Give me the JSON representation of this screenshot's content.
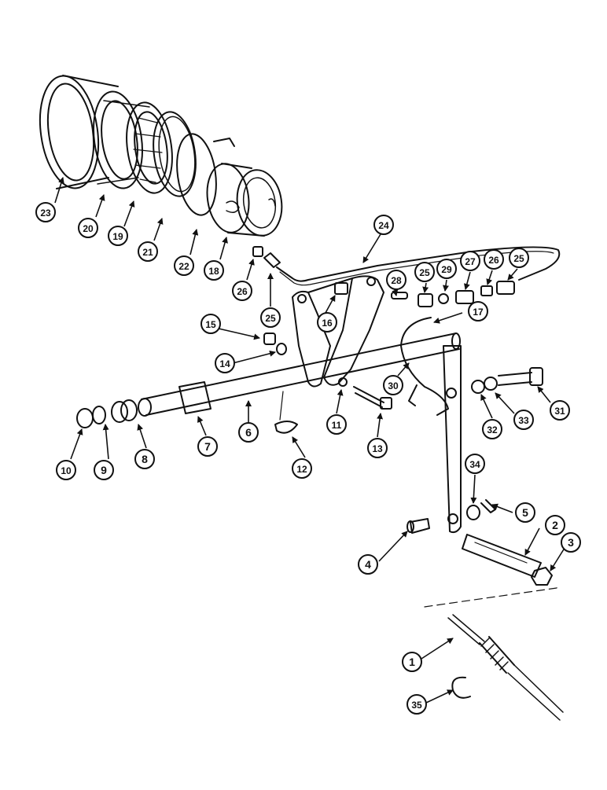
{
  "diagram": {
    "callouts": [
      {
        "id": "c1",
        "label": "1"
      },
      {
        "id": "c2",
        "label": "2"
      },
      {
        "id": "c3",
        "label": "3"
      },
      {
        "id": "c4",
        "label": "4"
      },
      {
        "id": "c5",
        "label": "5"
      },
      {
        "id": "c6",
        "label": "6"
      },
      {
        "id": "c7",
        "label": "7"
      },
      {
        "id": "c8",
        "label": "8"
      },
      {
        "id": "c9",
        "label": "9"
      },
      {
        "id": "c10",
        "label": "10"
      },
      {
        "id": "c11",
        "label": "11"
      },
      {
        "id": "c12",
        "label": "12"
      },
      {
        "id": "c13",
        "label": "13"
      },
      {
        "id": "c14",
        "label": "14"
      },
      {
        "id": "c15",
        "label": "15"
      },
      {
        "id": "c16",
        "label": "16"
      },
      {
        "id": "c17",
        "label": "17"
      },
      {
        "id": "c18",
        "label": "18"
      },
      {
        "id": "c19",
        "label": "19"
      },
      {
        "id": "c20",
        "label": "20"
      },
      {
        "id": "c21",
        "label": "21"
      },
      {
        "id": "c22",
        "label": "22"
      },
      {
        "id": "c23",
        "label": "23"
      },
      {
        "id": "c24",
        "label": "24"
      },
      {
        "id": "c25a",
        "label": "25"
      },
      {
        "id": "c25b",
        "label": "25"
      },
      {
        "id": "c25c",
        "label": "25"
      },
      {
        "id": "c26a",
        "label": "26"
      },
      {
        "id": "c26b",
        "label": "26"
      },
      {
        "id": "c27",
        "label": "27"
      },
      {
        "id": "c28",
        "label": "28"
      },
      {
        "id": "c29",
        "label": "29"
      },
      {
        "id": "c30",
        "label": "30"
      },
      {
        "id": "c31",
        "label": "31"
      },
      {
        "id": "c32",
        "label": "32"
      },
      {
        "id": "c33",
        "label": "33"
      },
      {
        "id": "c34",
        "label": "34"
      },
      {
        "id": "c35",
        "label": "35"
      }
    ]
  }
}
